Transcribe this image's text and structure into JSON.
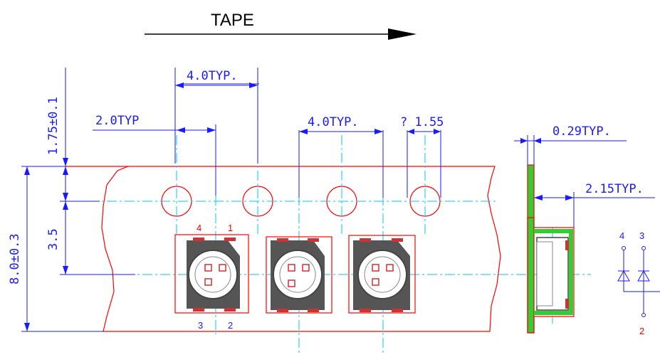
{
  "title": "TAPE",
  "dimensions": {
    "pitch_top": "4.0TYP.",
    "half_pitch": "2.0TYP",
    "pitch_mid": "4.0TYP.",
    "hole_dia": "? 1.55",
    "edge_offset": "1.75±0.1",
    "hole_to_pocket": "3.5",
    "tape_width": "8.0±0.3",
    "tape_thickness": "0.29TYP.",
    "pocket_depth": "2.15TYP."
  },
  "pins": {
    "p4": "4",
    "p1": "1",
    "p3": "3",
    "p2": "2",
    "sym_4": "4",
    "sym_3": "3",
    "sym_2": "2"
  },
  "colors": {
    "outline": "#ff0000",
    "dimension": "#1a1aff",
    "centerline": "#00c8ff",
    "package": "#555555",
    "pad": "#cc3333",
    "pad_green": "#22aa22",
    "carrier_green": "#33cc33"
  }
}
